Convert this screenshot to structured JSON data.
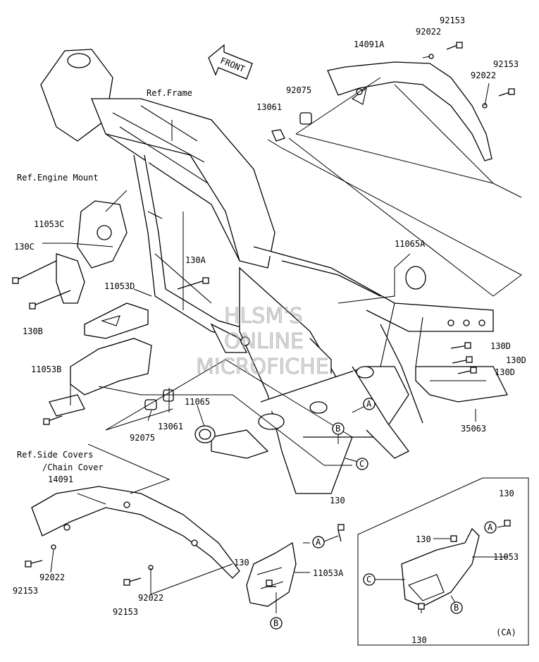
{
  "labels": {
    "front": "FRONT",
    "ref_frame": "Ref.Frame",
    "ref_engine_mount": "Ref.Engine Mount",
    "ref_side_covers_1": "Ref.Side Covers",
    "ref_side_covers_2": "/Chain Cover",
    "p92153_top1": "92153",
    "p92022_top1": "92022",
    "p14091A": "14091A",
    "p92153_top2": "92153",
    "p92022_top2": "92022",
    "p92075_top": "92075",
    "p13061_top": "13061",
    "p11065A": "11065A",
    "p11053C": "11053C",
    "p130C": "130C",
    "p130A": "130A",
    "p11053D": "11053D",
    "p130B": "130B",
    "p11053B": "11053B",
    "p130D_1": "130D",
    "p130D_2": "130D",
    "p130D_3": "130D",
    "p35063": "35063",
    "p11065": "11065",
    "p13061_mid": "13061",
    "p92075_mid": "92075",
    "p14091": "14091",
    "p130_a": "130",
    "p130_b": "130",
    "p11053A": "11053A",
    "p92022_l1": "92022",
    "p92153_l1": "92153",
    "p92022_l2": "92022",
    "p92153_l2": "92153",
    "ca_130_top": "130",
    "ca_130_mid": "130",
    "ca_11053": "11053",
    "ca_130_bot": "130",
    "ca_label": "(CA)",
    "callout_A": "A",
    "callout_B": "B",
    "callout_C": "C"
  },
  "watermark": {
    "line1": "HLSM'S",
    "line2": "ONLINE",
    "line3": "MICROFICHE"
  }
}
